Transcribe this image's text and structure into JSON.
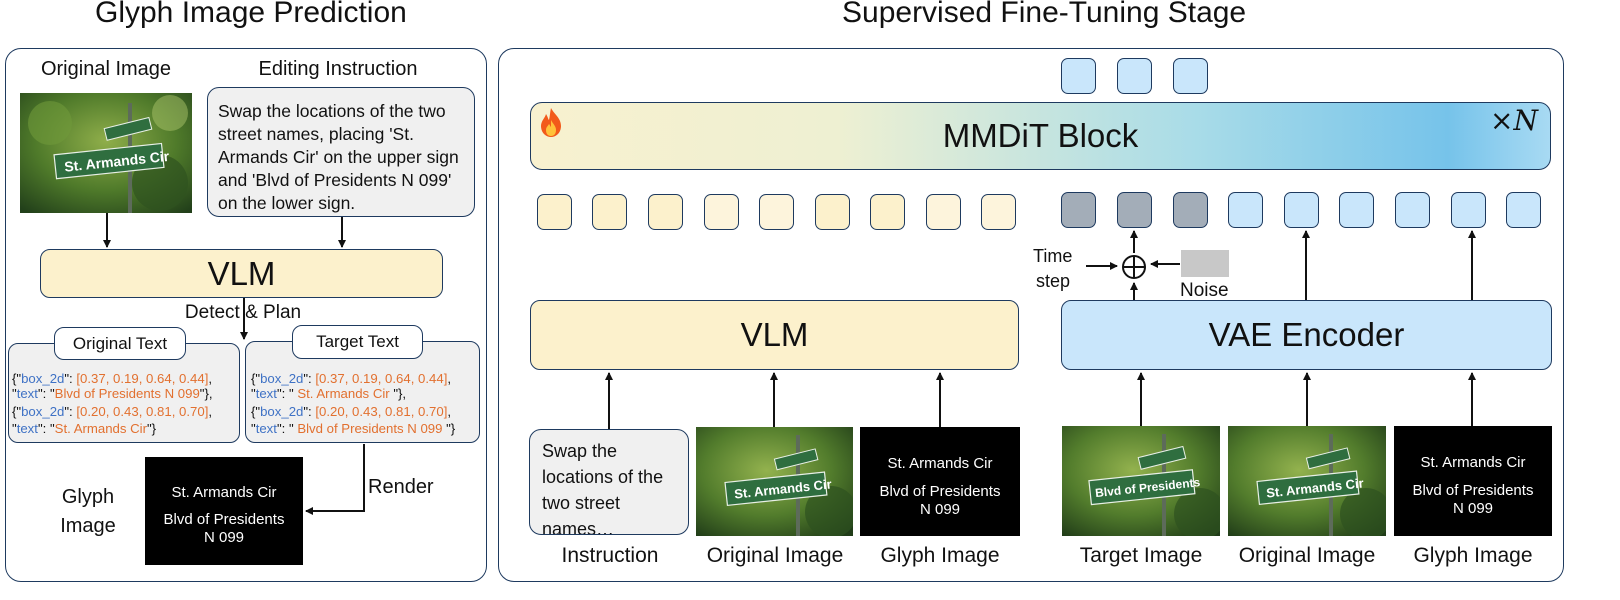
{
  "left": {
    "title": "Glyph Image Prediction",
    "original_image_label": "Original Image",
    "editing_instruction_label": "Editing Instruction",
    "instruction_text": "Swap the locations of the two street names, placing 'St. Armands Cir' on the upper sign and 'Blvd of Presidents N 099' on the lower sign.",
    "vlm_label": "VLM",
    "detect_plan_label": "Detect & Plan",
    "original_text_label": "Original Text",
    "target_text_label": "Target Text",
    "original_json": [
      {
        "key": "box_2d",
        "box": "[0.37, 0.19, 0.64, 0.44]",
        "text": "Blvd of Presidents N 099"
      },
      {
        "key": "box_2d",
        "box": "[0.20, 0.43, 0.81, 0.70]",
        "text": "St. Armands Cir"
      }
    ],
    "target_json": [
      {
        "key": "box_2d",
        "box": "[0.37, 0.19, 0.64, 0.44]",
        "text": " St. Armands Cir "
      },
      {
        "key": "box_2d",
        "box": "[0.20, 0.43, 0.81, 0.70]",
        "text": " Blvd of Presidents N 099 "
      }
    ],
    "render_label": "Render",
    "glyph_image_label_1": "Glyph",
    "glyph_image_label_2": "Image",
    "glyph_lines": [
      "St. Armands Cir",
      "Blvd of Presidents",
      "N 099"
    ]
  },
  "right": {
    "title": "Supervised Fine-Tuning Stage",
    "mmdit_label": "MMDiT Block",
    "times_n": "×N",
    "vlm_label": "VLM",
    "vae_label": "VAE Encoder",
    "timestep_label_1": "Time",
    "timestep_label_2": "step",
    "noise_label": "Noise",
    "instruction_text": "Swap the locations of the two street names…",
    "glyph_lines_a": [
      "St. Armands Cir",
      "Blvd of Presidents",
      "N 099"
    ],
    "glyph_lines_b": [
      "St. Armands Cir",
      "Blvd of Presidents",
      "N 099"
    ],
    "captions": [
      "Instruction",
      "Original Image",
      "Glyph Image",
      "Target Image",
      "Original Image",
      "Glyph Image"
    ]
  },
  "colors": {
    "outline": "#1e3a5f",
    "yellow": "#fcf1cc",
    "blue": "#c9e6fb",
    "grey_token": "#a3adb8",
    "json_key": "#3f72c5",
    "json_value": "#e2702f"
  }
}
